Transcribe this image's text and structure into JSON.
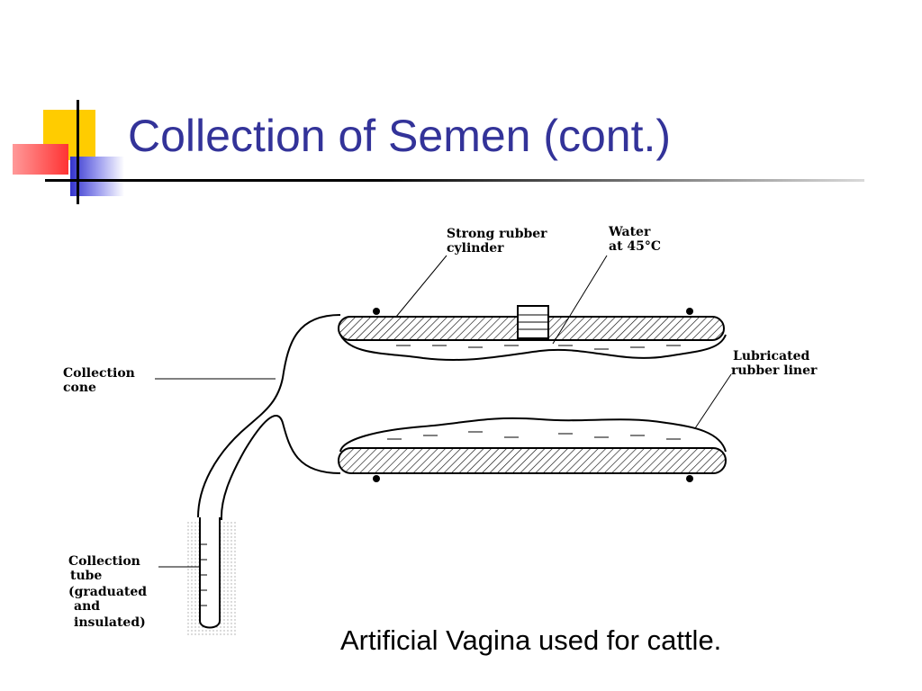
{
  "slide": {
    "title": "Collection of Semen (cont.)",
    "caption": "Artificial Vagina used for cattle."
  },
  "diagram": {
    "labels": {
      "cylinder_line1": "Strong rubber",
      "cylinder_line2": "cylinder",
      "water_line1": "Water",
      "water_line2": "at 45°C",
      "liner_line1": "Lubricated",
      "liner_line2": "rubber liner",
      "cone_line1": "Collection",
      "cone_line2": "cone",
      "tube_line1": "Collection",
      "tube_line2": "tube",
      "tube_line3": "(graduated",
      "tube_line4": "and",
      "tube_line5": "insulated)"
    }
  },
  "colors": {
    "title": "#333399",
    "accent_yellow": "#ffcc00",
    "accent_red": "#ff3333",
    "accent_blue": "#3333cc"
  }
}
